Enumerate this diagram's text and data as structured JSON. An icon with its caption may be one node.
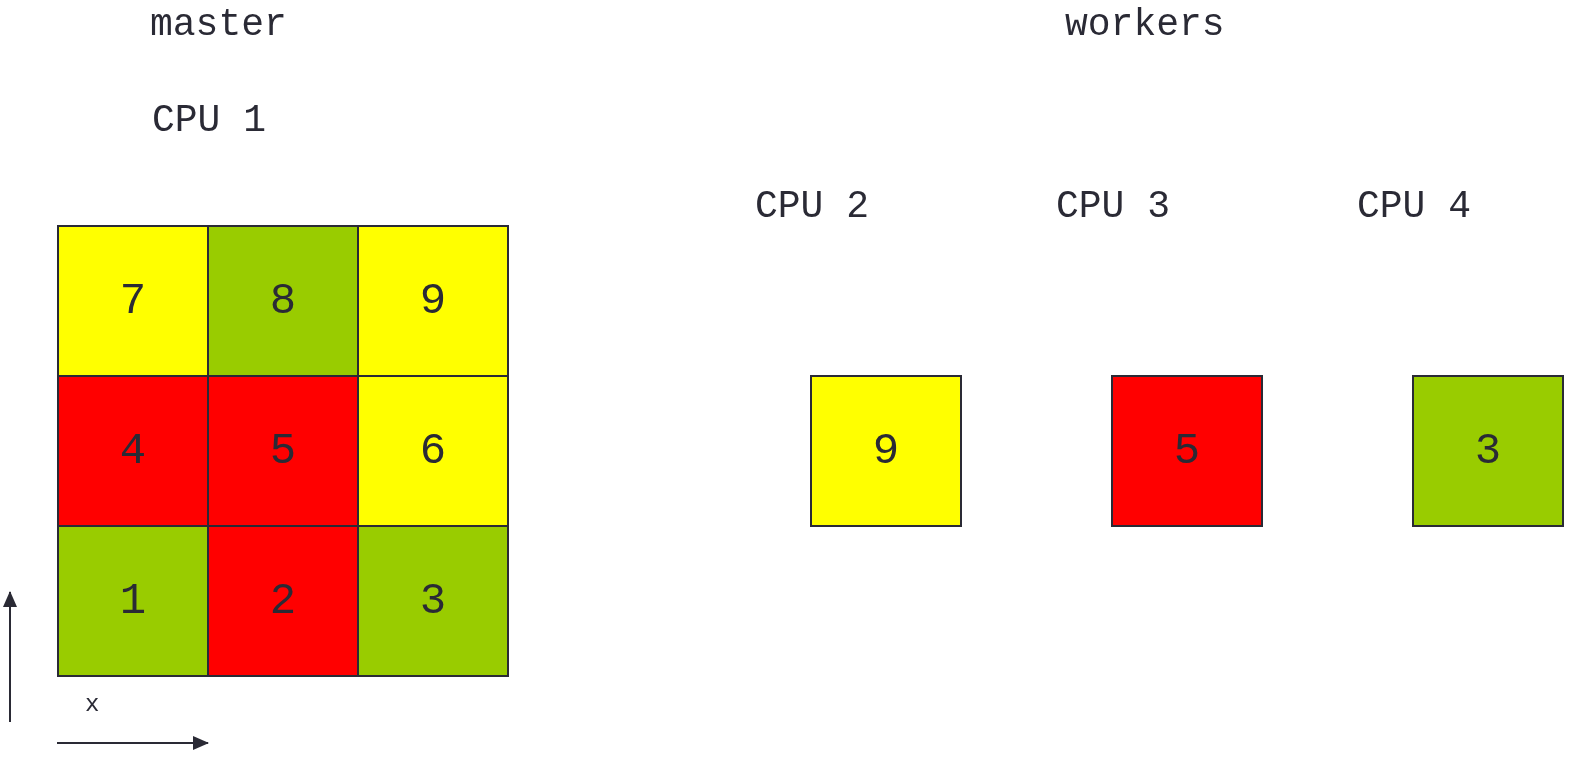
{
  "diagram": {
    "nodes": [
      {
        "text": [
          "7"
        ]
      },
      {
        "text": [
          "8"
        ]
      },
      {
        "text": [
          "9"
        ]
      },
      {
        "text": [
          "4"
        ]
      },
      {
        "text": [
          "5"
        ]
      },
      {
        "text": [
          "6"
        ]
      },
      {
        "text": [
          "1"
        ]
      },
      {
        "text": [
          "2"
        ]
      },
      {
        "text": [
          "3"
        ]
      },
      {
        "text": [
          "9"
        ]
      },
      {
        "text": [
          "5"
        ]
      },
      {
        "text": [
          "3"
        ]
      }
    ],
    "edges": [],
    "labels": [
      "master",
      "CPU 1",
      "workers",
      "CPU 2",
      "CPU 3",
      "CPU 4",
      "x"
    ]
  }
}
